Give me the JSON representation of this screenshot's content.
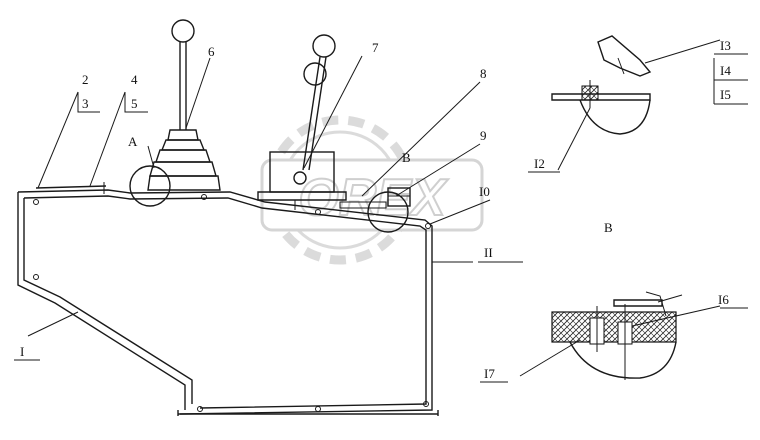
{
  "callouts": {
    "c1": "I",
    "c2": "2",
    "c3": "3",
    "c4": "4",
    "c5": "5",
    "c6": "6",
    "c7": "7",
    "c8": "8",
    "c9": "9",
    "c10": "I0",
    "c11": "II",
    "c12": "I2",
    "c13": "I3",
    "c14": "I4",
    "c15": "I5",
    "c16": "I6",
    "c17": "I7"
  },
  "views": {
    "a": "A",
    "b": "B",
    "b_detail": "B"
  },
  "watermark": "OREX"
}
